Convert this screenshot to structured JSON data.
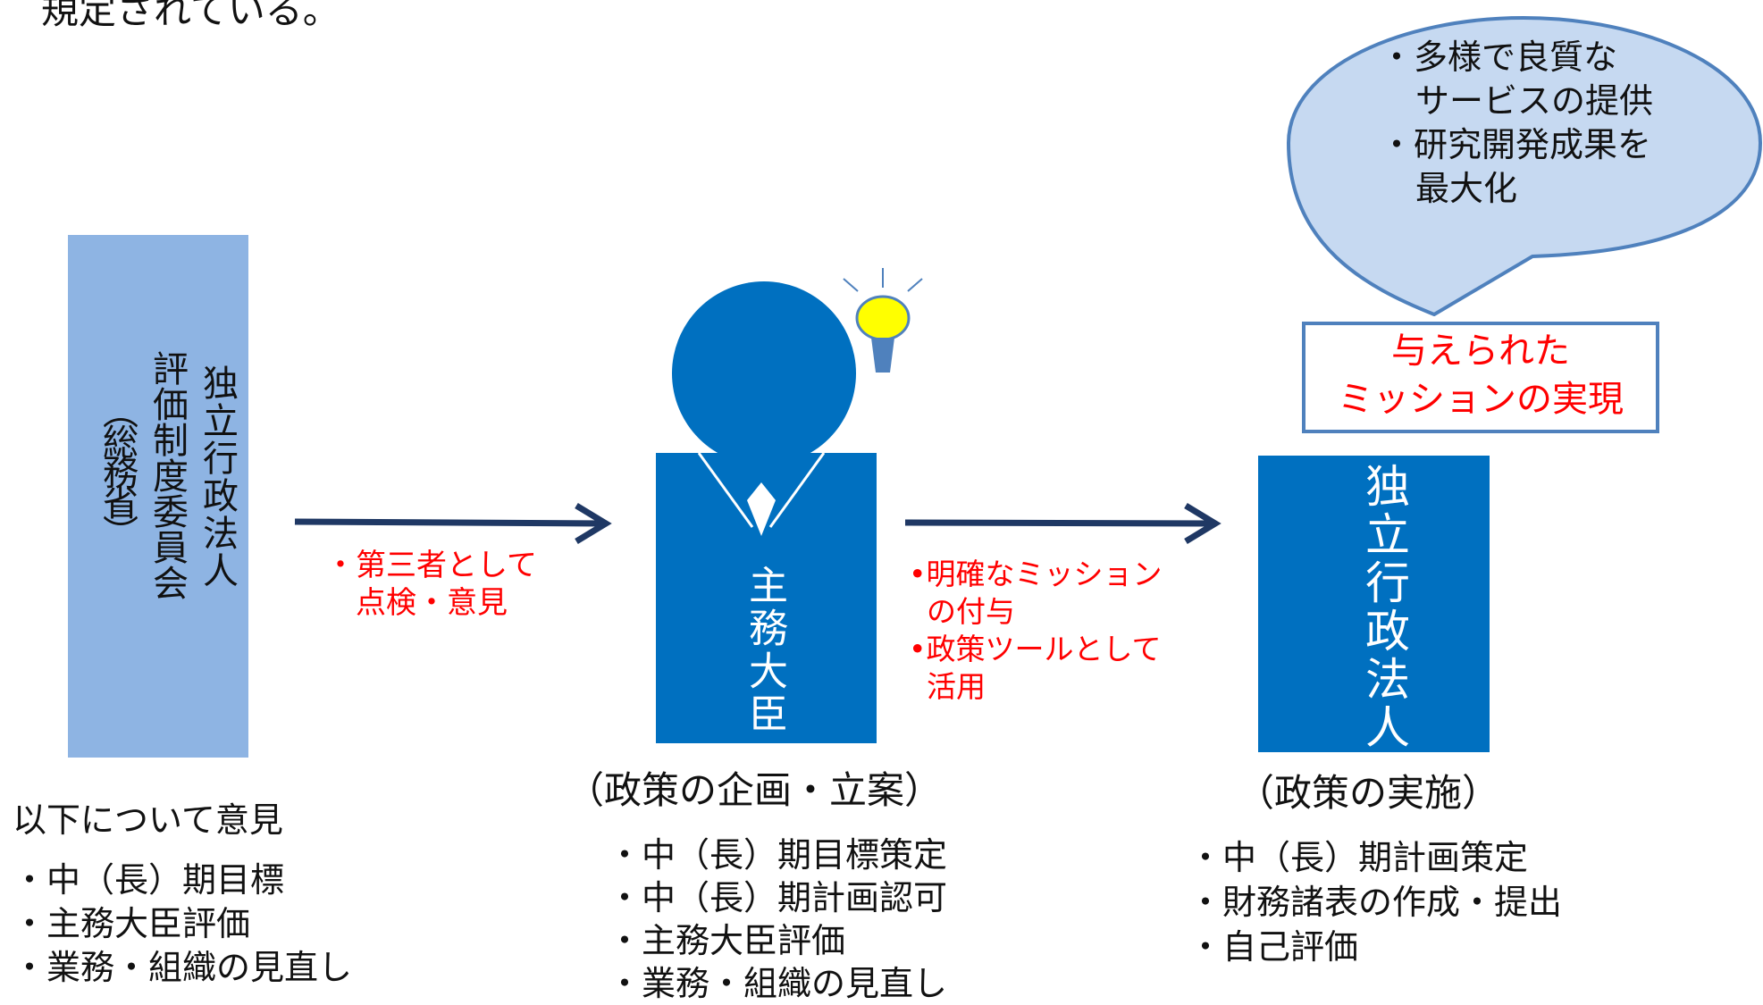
{
  "top_text": "規定されている。",
  "committee": {
    "col1": "独立行政法人",
    "col2": "評価制度委員会",
    "col3": "（総務省）"
  },
  "arrow1_note": [
    "・第三者として",
    "点検・意見"
  ],
  "left_heading": "以下について意見",
  "left_items": [
    "・中（長）期目標",
    "・主務大臣評価",
    "・業務・組織の見直し"
  ],
  "minister": {
    "label": "主務大臣",
    "caption": "（政策の企画・立案）",
    "items": [
      "・中（長）期目標策定",
      "・中（長）期計画認可",
      "・主務大臣評価",
      "・業務・組織の見直し"
    ]
  },
  "arrow2_note": [
    "•明確なミッション",
    "の付与",
    "•政策ツールとして",
    "活用"
  ],
  "agency": {
    "label": "独立行政法人",
    "caption": "（政策の実施）",
    "items": [
      "・中（長）期計画策定",
      "・財務諸表の作成・提出",
      "・自己評価"
    ]
  },
  "mission_box": [
    "与えられた",
    "ミッションの実現"
  ],
  "bubble": [
    "・多様で良質な",
    "サービスの提供",
    "・研究開発成果を",
    "最大化"
  ],
  "colors": {
    "committee_fill": "#8eb4e3",
    "blue_fill": "#0070c0",
    "arrow": "#1f3864",
    "bubble_fill": "#c6d9f1",
    "bubble_stroke": "#4f81bd",
    "bulb": "#ffff00",
    "note_red": "#ff0000"
  }
}
